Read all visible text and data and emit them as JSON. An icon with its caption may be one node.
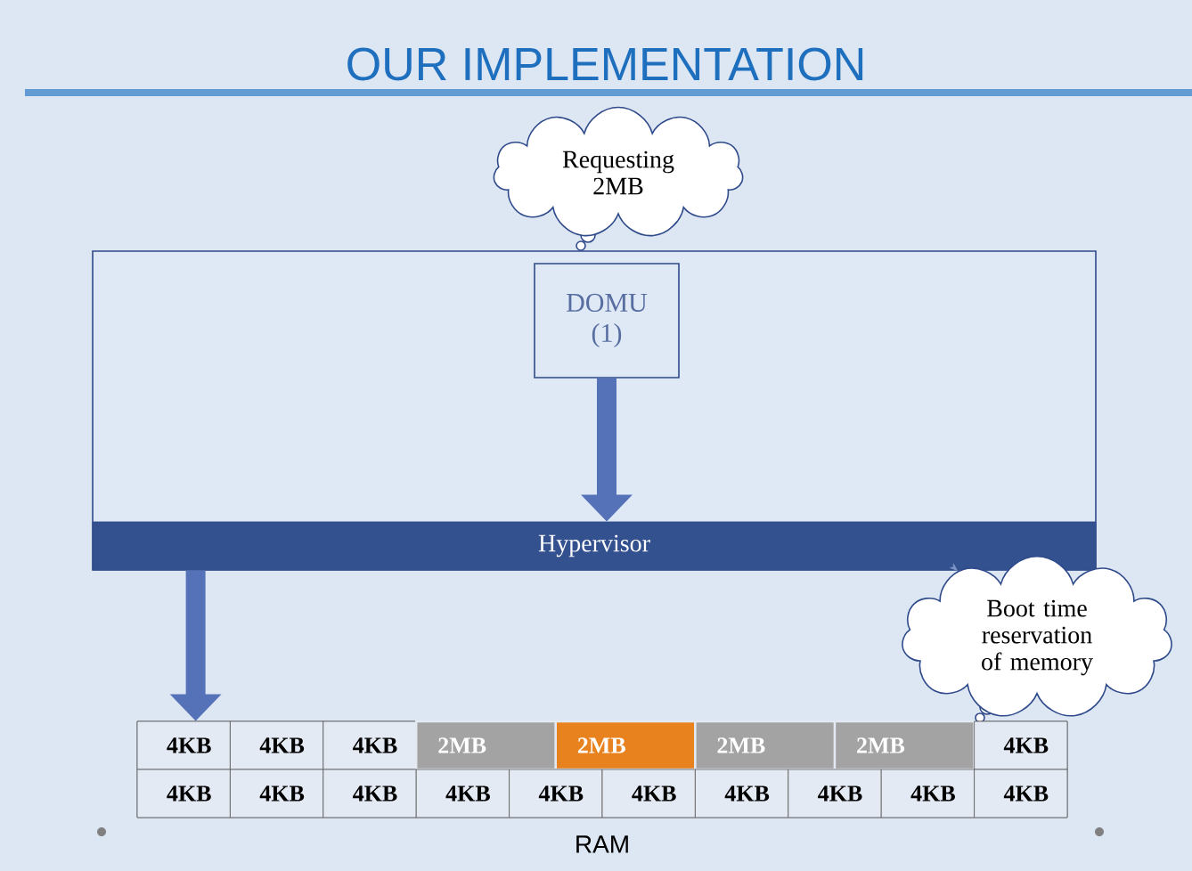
{
  "diagram": {
    "title": "OUR IMPLEMENTATION",
    "nodes": [
      {
        "text": [
          "Requesting 2MB"
        ]
      },
      {
        "text": [],
        "shape": "box"
      },
      {
        "text": [
          "DOMU (1)"
        ],
        "in": 1
      },
      {
        "text": [
          "Hypervisor"
        ],
        "in": 1
      },
      {
        "text": [
          "Boot time reservation of memory"
        ]
      },
      {
        "text": [
          "RAM"
        ]
      }
    ],
    "edges": [
      {
        "from": 2,
        "to": 3,
        "arrow": "to"
      },
      {
        "from": 3,
        "to": 5,
        "arrow": "to"
      },
      {
        "from": 3,
        "to": 4,
        "arrow": "to",
        "color": "#8096c8"
      }
    ],
    "labels": [
      "4KB",
      "4KB",
      "4KB",
      "2MB",
      "2MB",
      "2MB",
      "2MB",
      "4KB",
      "4KB",
      "4KB",
      "4KB",
      "4KB",
      "4KB",
      "4KB",
      "4KB",
      "4KB",
      "4KB",
      "4KB"
    ]
  }
}
